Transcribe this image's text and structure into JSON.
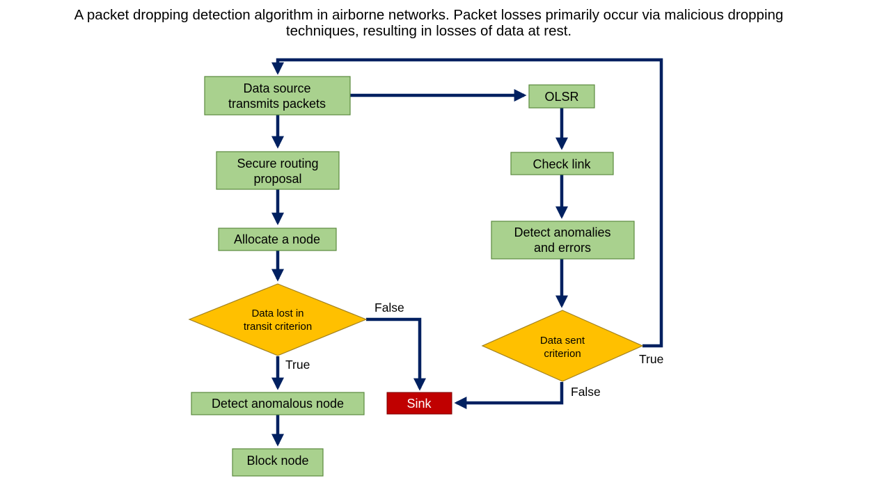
{
  "title": {
    "line1": "A packet dropping detection algorithm in airborne networks. Packet losses primarily occur via malicious dropping",
    "line2": "techniques, resulting in losses of data at rest."
  },
  "nodes": {
    "data_source": {
      "line1": "Data source",
      "line2": "transmits packets"
    },
    "secure_routing": {
      "line1": "Secure routing",
      "line2": "proposal"
    },
    "allocate_node": {
      "line1": "Allocate a node"
    },
    "data_lost": {
      "line1": "Data lost in",
      "line2": "transit criterion"
    },
    "detect_anomalous_node": {
      "line1": "Detect anomalous node"
    },
    "block_node": {
      "line1": "Block node"
    },
    "olsr": {
      "line1": "OLSR"
    },
    "check_link": {
      "line1": "Check link"
    },
    "detect_anomalies": {
      "line1": "Detect anomalies",
      "line2": "and errors"
    },
    "data_sent": {
      "line1": "Data sent",
      "line2": "criterion"
    },
    "sink": {
      "line1": "Sink"
    }
  },
  "edge_labels": {
    "data_lost_false": "False",
    "data_lost_true": "True",
    "data_sent_true": "True",
    "data_sent_false": "False"
  },
  "colors": {
    "process_fill": "#a9d18e",
    "process_stroke": "#5a8a3e",
    "decision_fill": "#ffc000",
    "decision_stroke": "#a08020",
    "sink_fill": "#c00000",
    "arrow": "#002060"
  }
}
